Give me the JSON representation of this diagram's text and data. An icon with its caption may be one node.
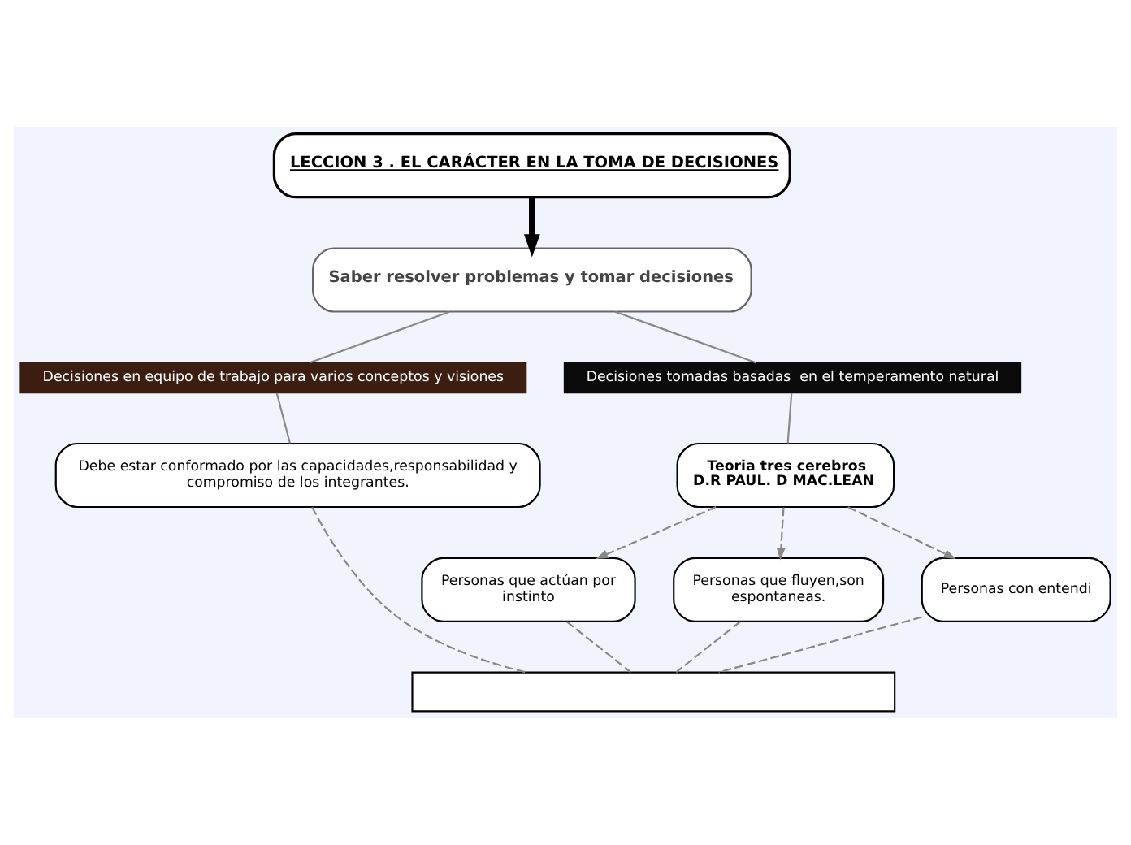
{
  "diagram": {
    "nodes": [
      {
        "text": [
          "LECCION 3 . EL CARÁCTER EN LA TOMA DE DECISIONES"
        ]
      },
      {
        "text": [
          "Saber resolver problemas y tomar decisiones"
        ]
      },
      {
        "text": [
          "Decisiones en equipo de trabajo para varios conceptos y visiones"
        ]
      },
      {
        "text": [
          "Decisiones tomadas basadas  en el temperamento natural"
        ]
      },
      {
        "text": [
          "Debe estar conformado por las capacidades,responsabilidad y compromiso de los integrantes."
        ]
      },
      {
        "text": [
          "Teoria tres cerebros D.R PAUL. D MAC.LEAN"
        ]
      },
      {
        "text": [
          "Personas que actúan por instinto"
        ]
      },
      {
        "text": [
          "Personas que fluyen,son espontaneas."
        ]
      },
      {
        "text": [
          "Personas con entendi"
        ]
      },
      {
        "text": [],
        "shape": "box"
      }
    ],
    "edges": [
      {
        "from": 0,
        "to": 1,
        "arrow": "to",
        "style": "thick",
        "color": "#000000"
      },
      {
        "from": 1,
        "to": 2,
        "arrow": "none"
      },
      {
        "from": 2,
        "to": 4,
        "arrow": "none"
      },
      {
        "from": 1,
        "to": 3,
        "arrow": "none"
      },
      {
        "from": 3,
        "to": 5,
        "arrow": "none"
      },
      {
        "from": 5,
        "to": 6,
        "arrow": "to",
        "style": "dashed"
      },
      {
        "from": 5,
        "to": 7,
        "arrow": "to",
        "style": "dashed"
      },
      {
        "from": 5,
        "to": 8,
        "arrow": "to",
        "style": "dashed"
      },
      {
        "from": 4,
        "to": 9,
        "arrow": "none",
        "style": "dashed"
      },
      {
        "from": 6,
        "to": 9,
        "arrow": "none",
        "style": "dashed"
      },
      {
        "from": 7,
        "to": 9,
        "arrow": "none",
        "style": "dashed"
      },
      {
        "from": 8,
        "to": 9,
        "arrow": "none",
        "style": "dashed"
      }
    ]
  }
}
